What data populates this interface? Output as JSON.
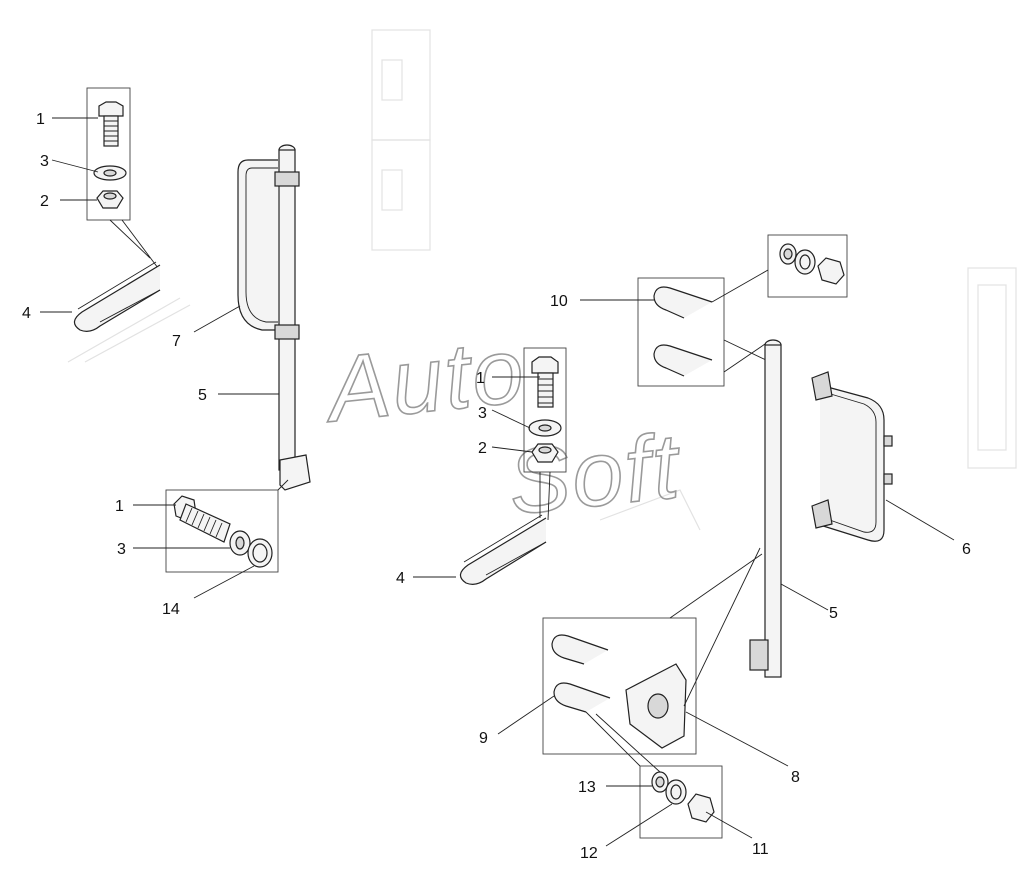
{
  "watermark": {
    "left": "Auto",
    "right": "Soft"
  },
  "callouts": {
    "l1a": "1",
    "l3a": "3",
    "l2a": "2",
    "l4a": "4",
    "l7": "7",
    "l5a": "5",
    "l1b": "1",
    "l3b": "3",
    "l14": "14",
    "l1c": "1",
    "l3c": "3",
    "l2c": "2",
    "l4c": "4",
    "l10": "10",
    "l6": "6",
    "l5b": "5",
    "l9": "9",
    "l8": "8",
    "l13": "13",
    "l12": "12",
    "l11": "11"
  }
}
